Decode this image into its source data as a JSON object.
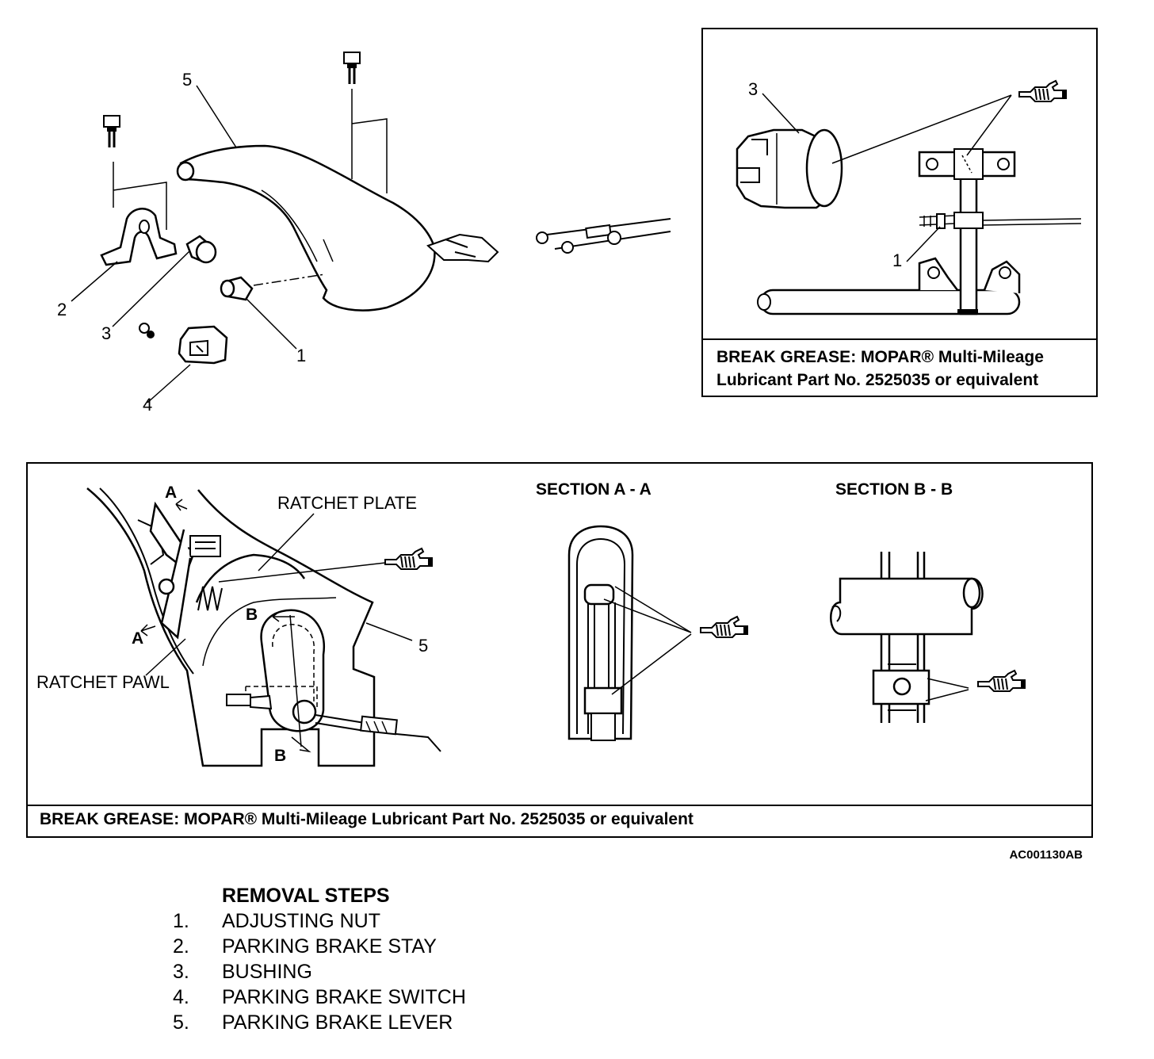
{
  "top_callouts": [
    "5",
    "2",
    "3",
    "3",
    "1",
    "4"
  ],
  "inset": {
    "callouts": [
      "3",
      "1"
    ],
    "caption_line1": "BREAK GREASE: MOPAR® Multi-Mileage",
    "caption_line2": "Lubricant Part No. 2525035 or equivalent"
  },
  "detail": {
    "ratchet_plate": "RATCHET PLATE",
    "ratchet_pawl": "RATCHET PAWL",
    "section_a": "SECTION A - A",
    "section_b": "SECTION B - B",
    "marker_a": "A",
    "marker_b": "B",
    "callout_5": "5",
    "caption": "BREAK GREASE: MOPAR® Multi-Mileage Lubricant Part No. 2525035 or equivalent"
  },
  "figure_id": "AC001130AB",
  "removal": {
    "title": "REMOVAL STEPS",
    "steps": [
      {
        "num": "1.",
        "label": "ADJUSTING NUT"
      },
      {
        "num": "2.",
        "label": "PARKING BRAKE STAY"
      },
      {
        "num": "3.",
        "label": "BUSHING"
      },
      {
        "num": "4.",
        "label": "PARKING BRAKE SWITCH"
      },
      {
        "num": "5.",
        "label": "PARKING BRAKE LEVER"
      }
    ]
  }
}
